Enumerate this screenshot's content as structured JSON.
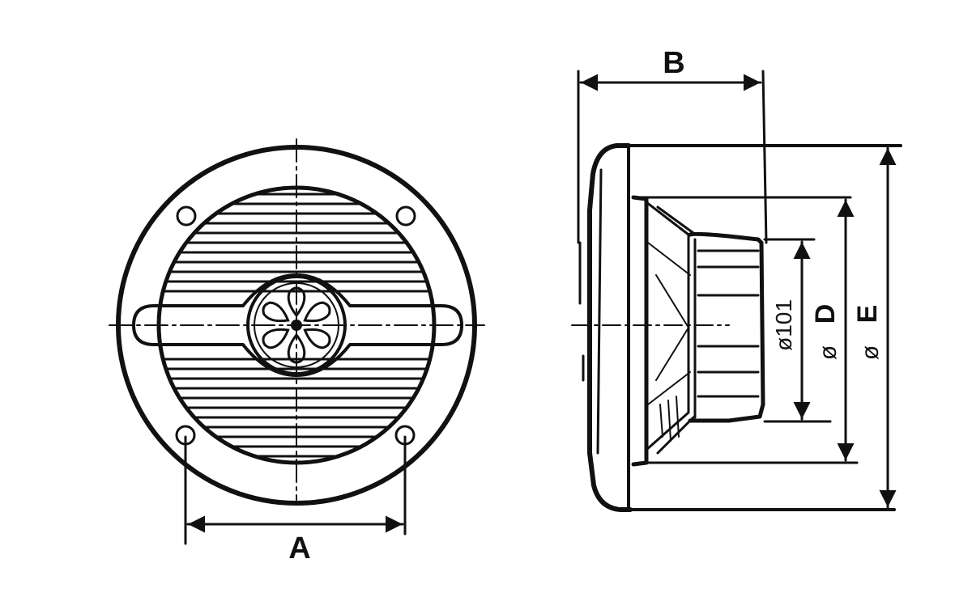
{
  "front_view": {
    "dim_label": "A"
  },
  "side_view": {
    "dim_label_depth": "B",
    "dim_label_magnet": "ø101",
    "dim_label_cutout_letter": "D",
    "dim_label_cutout_symbol": "ø",
    "dim_label_outer_letter": "E",
    "dim_label_outer_symbol": "ø"
  },
  "colors": {
    "ink": "#111111",
    "paper": "#ffffff"
  }
}
